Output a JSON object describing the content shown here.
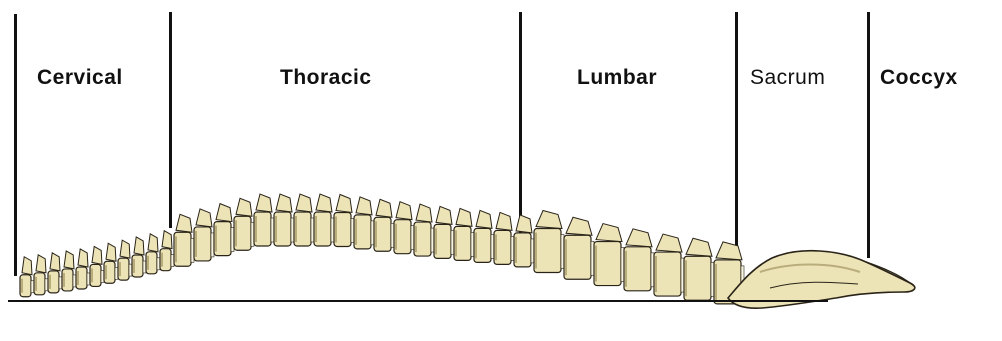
{
  "diagram": {
    "regions": [
      {
        "id": "cervical",
        "label": "Cervical"
      },
      {
        "id": "thoracic",
        "label": "Thoracic"
      },
      {
        "id": "lumbar",
        "label": "Lumbar"
      },
      {
        "id": "sacrum",
        "label": "Sacrum"
      },
      {
        "id": "coccyx",
        "label": "Coccyx"
      }
    ],
    "colors": {
      "bone": "#ece3b7",
      "bone_shadow": "#b9ad7c",
      "outline": "#2a2418",
      "disc": "#f8f4e2",
      "divider": "#111111",
      "baseline": "#111111"
    }
  }
}
